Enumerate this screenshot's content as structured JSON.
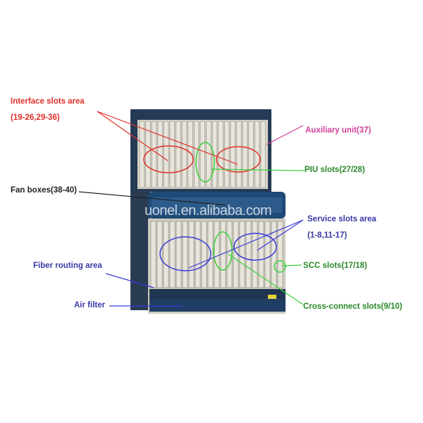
{
  "title": "Equipment slot layout diagram",
  "labels": {
    "interface_slots": "Interface slots area",
    "interface_slots_range": "(19-26,29-36)",
    "auxiliary_unit": "Auxiliary unit(37)",
    "piu_slots": "PIU slots(27/28)",
    "fan_boxes": "Fan boxes(38-40)",
    "service_slots": "Service slots area",
    "service_slots_range": "(1-8,11-17)",
    "fiber_routing": "Fiber routing area",
    "scc_slots": "SCC slots(17/18)",
    "air_filter": "Air filter",
    "cross_connect": "Cross-connect slots(9/10)"
  },
  "watermark": "uonel.en.alibaba.com",
  "colors": {
    "red": "#e0302a",
    "magenta": "#d2409a",
    "green": "#2a8a2a",
    "blue": "#3a3aa8",
    "chassis": "#1f3550"
  }
}
